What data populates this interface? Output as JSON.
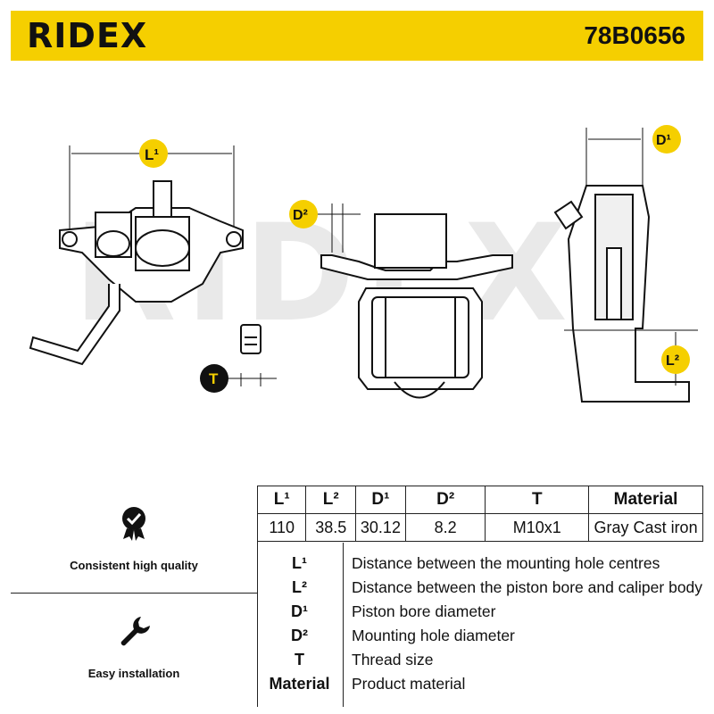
{
  "brand": "RIDEX",
  "part_number": "78B0656",
  "drawing": {
    "labels": {
      "L1": "L¹",
      "L2": "L²",
      "D1": "D¹",
      "D2": "D²",
      "T": "T"
    }
  },
  "badges": [
    {
      "label": "Consistent high quality",
      "icon": "quality-medal-icon"
    },
    {
      "label": "Easy installation",
      "icon": "wrench-icon"
    }
  ],
  "spec_table": {
    "headers": [
      "L¹",
      "L²",
      "D¹",
      "D²",
      "T",
      "Material"
    ],
    "values": [
      "110",
      "38.5",
      "30.12",
      "8.2",
      "M10x1",
      "Gray Cast iron"
    ]
  },
  "legend": [
    {
      "key": "L¹",
      "text": "Distance between the mounting hole centres"
    },
    {
      "key": "L²",
      "text": "Distance between the piston bore and caliper body"
    },
    {
      "key": "D¹",
      "text": "Piston bore diameter"
    },
    {
      "key": "D²",
      "text": "Mounting hole diameter"
    },
    {
      "key": "T",
      "text": "Thread size"
    },
    {
      "key": "Material",
      "text": "Product material"
    }
  ],
  "colors": {
    "accent": "#f5cf00",
    "ink": "#111111"
  }
}
